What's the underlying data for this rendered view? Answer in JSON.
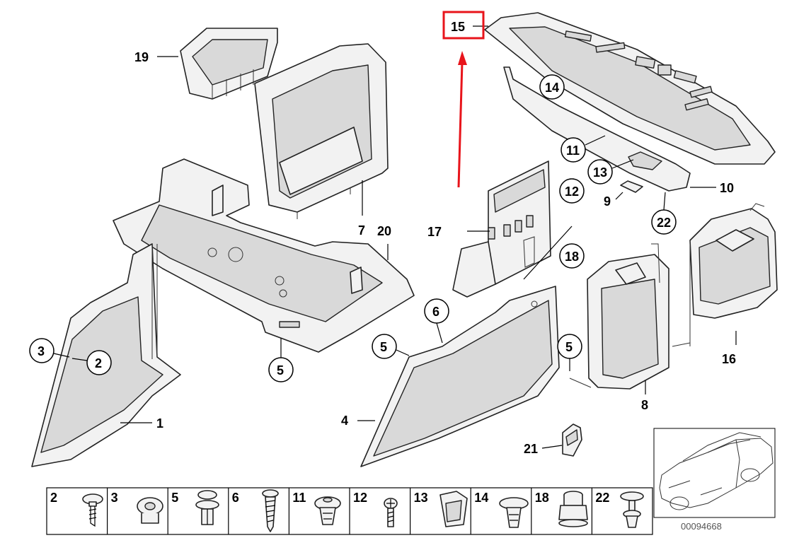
{
  "labels": {
    "l1": "1",
    "l2": "2",
    "l3": "3",
    "l4": "4",
    "l5a": "5",
    "l5b": "5",
    "l5c": "5",
    "l6": "6",
    "l7": "7",
    "l8": "8",
    "l9": "9",
    "l10": "10",
    "l11": "11",
    "l12": "12",
    "l13": "13",
    "l14": "14",
    "l15": "15",
    "l16": "16",
    "l17": "17",
    "l18": "18",
    "l19": "19",
    "l20": "20",
    "l21": "21",
    "l22": "22"
  },
  "legend": [
    "2",
    "3",
    "5",
    "6",
    "11",
    "12",
    "13",
    "14",
    "18",
    "22"
  ],
  "diagram_id": "00094668",
  "highlight_color": "#e8141b"
}
